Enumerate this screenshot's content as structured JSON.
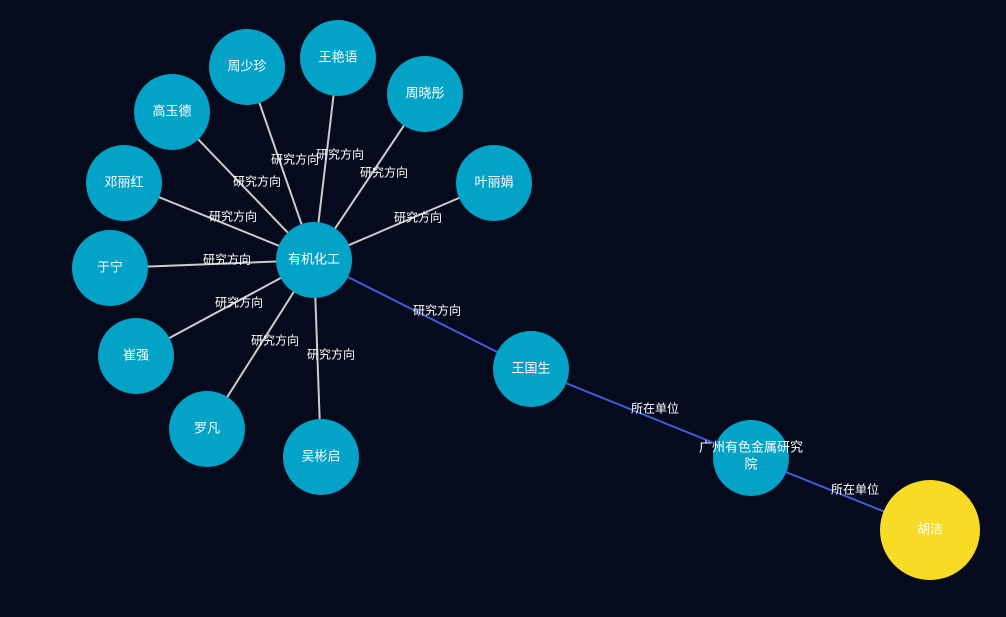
{
  "colors": {
    "background": "#050a1c",
    "node_default": "#03a2c7",
    "node_highlight": "#f8db24",
    "edge_default": "#cccccc",
    "edge_highlight": "#3f5ed8",
    "text": "#ffffff"
  },
  "nodes": [
    {
      "id": "organic",
      "label": "有机化工",
      "color": "#03a2c7"
    },
    {
      "id": "zhoushaozhen",
      "label": "周少珍",
      "color": "#03a2c7"
    },
    {
      "id": "wangyanyu",
      "label": "王艳语",
      "color": "#03a2c7"
    },
    {
      "id": "gaoyude",
      "label": "高玉德",
      "color": "#03a2c7"
    },
    {
      "id": "zhouxiaotong",
      "label": "周晓彤",
      "color": "#03a2c7"
    },
    {
      "id": "denglihong",
      "label": "邓丽红",
      "color": "#03a2c7"
    },
    {
      "id": "yelijuan",
      "label": "叶丽娟",
      "color": "#03a2c7"
    },
    {
      "id": "yuning",
      "label": "于宁",
      "color": "#03a2c7"
    },
    {
      "id": "cuiqiang",
      "label": "崔强",
      "color": "#03a2c7"
    },
    {
      "id": "luofan",
      "label": "罗凡",
      "color": "#03a2c7"
    },
    {
      "id": "wubinqi",
      "label": "吴彬启",
      "color": "#03a2c7"
    },
    {
      "id": "wangguosheng",
      "label": "王国生",
      "color": "#03a2c7"
    },
    {
      "id": "institute",
      "label": "广州有色金属研究院",
      "label_lines": [
        "广州有色金属研究",
        "院"
      ],
      "color": "#03a2c7"
    },
    {
      "id": "hujie",
      "label": "胡洁",
      "color": "#f8db24"
    }
  ],
  "edges": [
    {
      "source": "zhoushaozhen",
      "target": "organic",
      "label": "研究方向",
      "highlight": false
    },
    {
      "source": "wangyanyu",
      "target": "organic",
      "label": "研究方向",
      "highlight": false
    },
    {
      "source": "zhouxiaotong",
      "target": "organic",
      "label": "研究方向",
      "highlight": false
    },
    {
      "source": "gaoyude",
      "target": "organic",
      "label": "研究方向",
      "highlight": false
    },
    {
      "source": "yelijuan",
      "target": "organic",
      "label": "研究方向",
      "highlight": false
    },
    {
      "source": "denglihong",
      "target": "organic",
      "label": "研究方向",
      "highlight": false
    },
    {
      "source": "yuning",
      "target": "organic",
      "label": "研究方向",
      "highlight": false
    },
    {
      "source": "cuiqiang",
      "target": "organic",
      "label": "研究方向",
      "highlight": false
    },
    {
      "source": "luofan",
      "target": "organic",
      "label": "研究方向",
      "highlight": false
    },
    {
      "source": "wubinqi",
      "target": "organic",
      "label": "研究方向",
      "highlight": false
    },
    {
      "source": "wangguosheng",
      "target": "organic",
      "label": "研究方向",
      "highlight": true
    },
    {
      "source": "wangguosheng",
      "target": "institute",
      "label": "所在单位",
      "highlight": true
    },
    {
      "source": "hujie",
      "target": "institute",
      "label": "所在单位",
      "highlight": true
    }
  ]
}
